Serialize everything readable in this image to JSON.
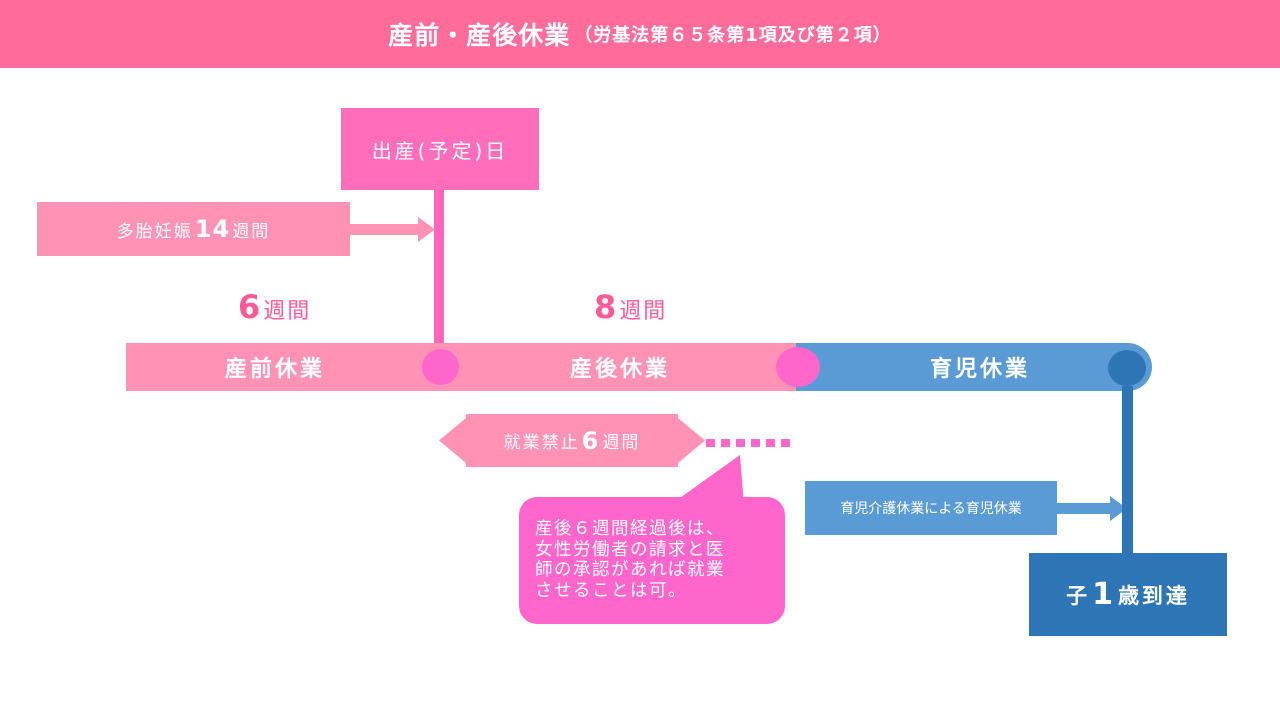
{
  "header": {
    "title": "産前・産後休業",
    "subtitle": "（労基法第６５条第1項及び第２項）"
  },
  "birth_date": {
    "label": "出産(予定)日"
  },
  "multiple_pregnancy": {
    "prefix": "多胎妊娠",
    "number": "14",
    "unit": "週間"
  },
  "prenatal_weeks": {
    "number": "6",
    "unit": "週間"
  },
  "postnatal_weeks": {
    "number": "8",
    "unit": "週間"
  },
  "timeline": {
    "prenatal": "産前休業",
    "postnatal": "産後休業",
    "childcare": "育児休業"
  },
  "work_prohibition": {
    "prefix": "就業禁止",
    "number": "6",
    "unit": "週間"
  },
  "note": {
    "lines": [
      "産後６週間経過後は、",
      "女性労働者の請求と医",
      "師の承認があれば就業",
      "させることは可。"
    ]
  },
  "care_leave": {
    "label": "育児介護休業による育児休業"
  },
  "age_one": {
    "prefix": "子",
    "number": "1",
    "suffix": "歳到達"
  },
  "colors": {
    "header": "#ff6b9a",
    "pink": "#ff92b5",
    "magenta": "#ff66cc",
    "blue": "#5b9bd5",
    "dark_blue": "#2e75b6"
  }
}
